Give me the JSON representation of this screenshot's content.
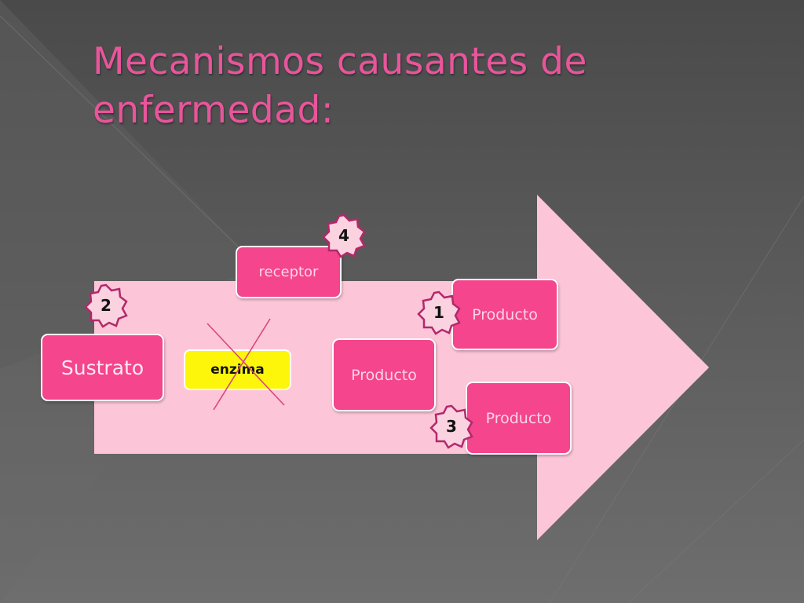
{
  "title": "Mecanismos causantes de enfermedad:",
  "diagram": {
    "sustrato": "Sustrato",
    "enzima": "enzima",
    "receptor": "receptor",
    "producto_top": "Producto",
    "producto_mid": "Producto",
    "producto_bottom": "Producto",
    "badges": {
      "one": "1",
      "two": "2",
      "three": "3",
      "four": "4"
    }
  },
  "colors": {
    "accent": "#e8559b",
    "box_fill": "#f4458d",
    "arrow_fill": "#fcc6d8",
    "enzyme_fill": "#fdf60a",
    "badge_fill": "#fbd2e0",
    "badge_border": "#b3286a"
  }
}
